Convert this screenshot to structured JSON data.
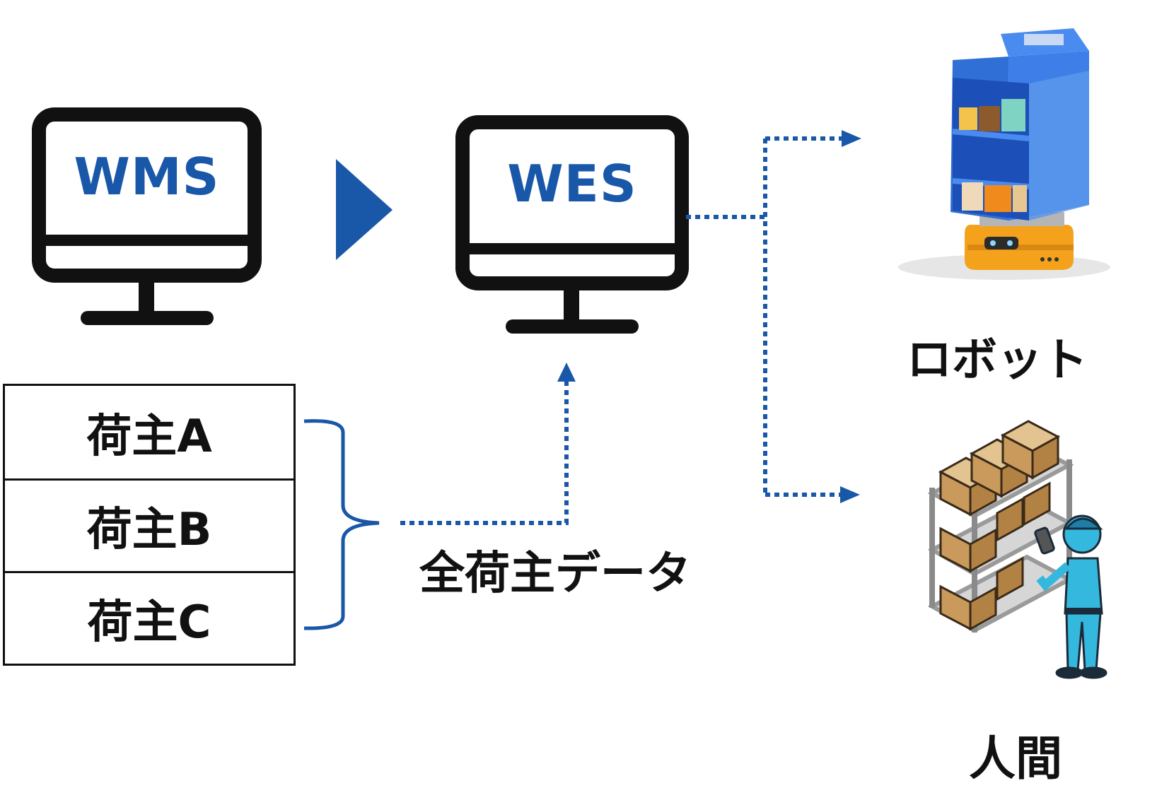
{
  "wms": {
    "label": "WMS"
  },
  "wes": {
    "label": "WES"
  },
  "shippers": {
    "rows": [
      {
        "label": "荷主A"
      },
      {
        "label": "荷主B"
      },
      {
        "label": "荷主C"
      }
    ]
  },
  "all_shipper_data": {
    "label": "全荷主データ"
  },
  "robot": {
    "label": "ロボット"
  },
  "human": {
    "label": "人間"
  },
  "colors": {
    "accent_blue": "#1957a8",
    "outline_black": "#111111",
    "robot_blue": "#2f6fd6",
    "robot_orange": "#f4a21c",
    "box_tan": "#c99a5b",
    "worker_cyan": "#35b8de",
    "shelf_gray": "#bdbdbd"
  }
}
